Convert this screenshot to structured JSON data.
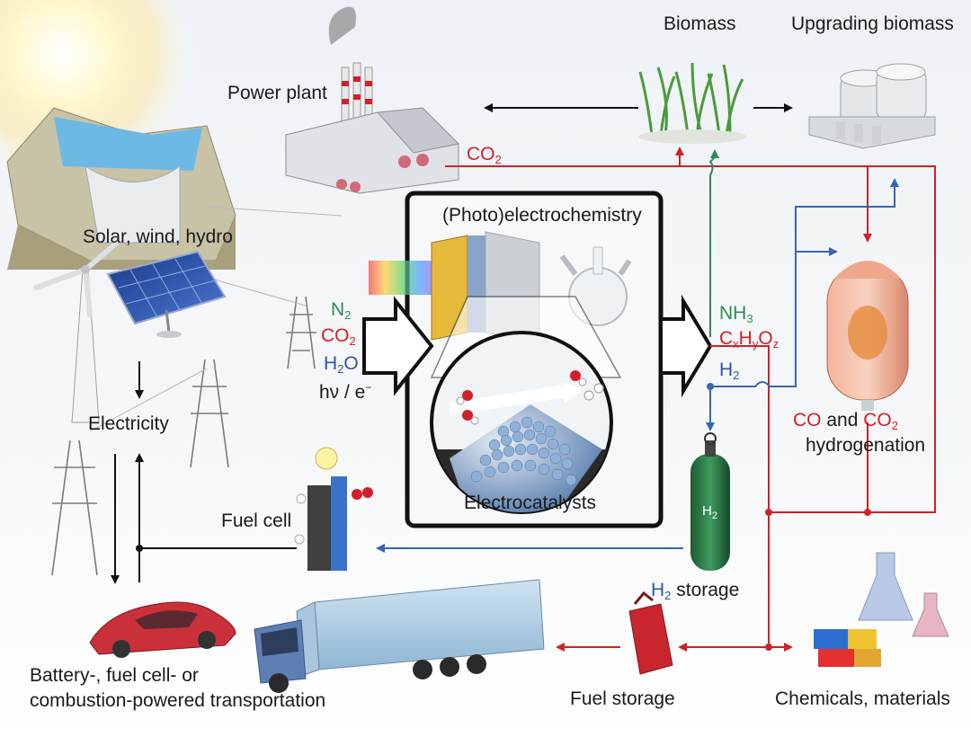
{
  "labels": {
    "power_plant": "Power plant",
    "biomass": "Biomass",
    "upgrading_biomass": "Upgrading biomass",
    "solar_wind_hydro": "Solar, wind, hydro",
    "photoelectrochemistry": "(Photo)electrochemistry",
    "electricity": "Electricity",
    "electrocatalysts": "Electrocatalysts",
    "fuel_cell": "Fuel cell",
    "co_co2_hydrogenation_line1_a": "CO",
    "co_co2_hydrogenation_line1_b": "and",
    "co_co2_hydrogenation_line1_c": "CO",
    "co_co2_hydrogenation_line2": "hydrogenation",
    "h2_storage_a": "H",
    "h2_storage_b": "storage",
    "fuel_storage": "Fuel storage",
    "chemicals_materials": "Chemicals, materials",
    "transport_line1": "Battery-, fuel cell- or",
    "transport_line2": "combustion-powered transportation",
    "input_hv": "hν / e",
    "co2_top": "CO"
  },
  "inputs": [
    {
      "base": "N",
      "sub": "2",
      "color": "#2e8b57"
    },
    {
      "base": "CO",
      "sub": "2",
      "color": "#d0202a"
    },
    {
      "base": "H",
      "sub": "2",
      "tail": "O",
      "color": "#3056a8"
    }
  ],
  "outputs": {
    "nh3": "NH",
    "nh3_sub": "3",
    "cxhyoz": "C",
    "h2": "H",
    "h2_sub": "2"
  },
  "colors": {
    "co2_flow": "#d0202a",
    "nitrogen_flow": "#2e8b57",
    "hydrogen_flow": "#3a64b4",
    "electricity_flow": "#111111"
  }
}
